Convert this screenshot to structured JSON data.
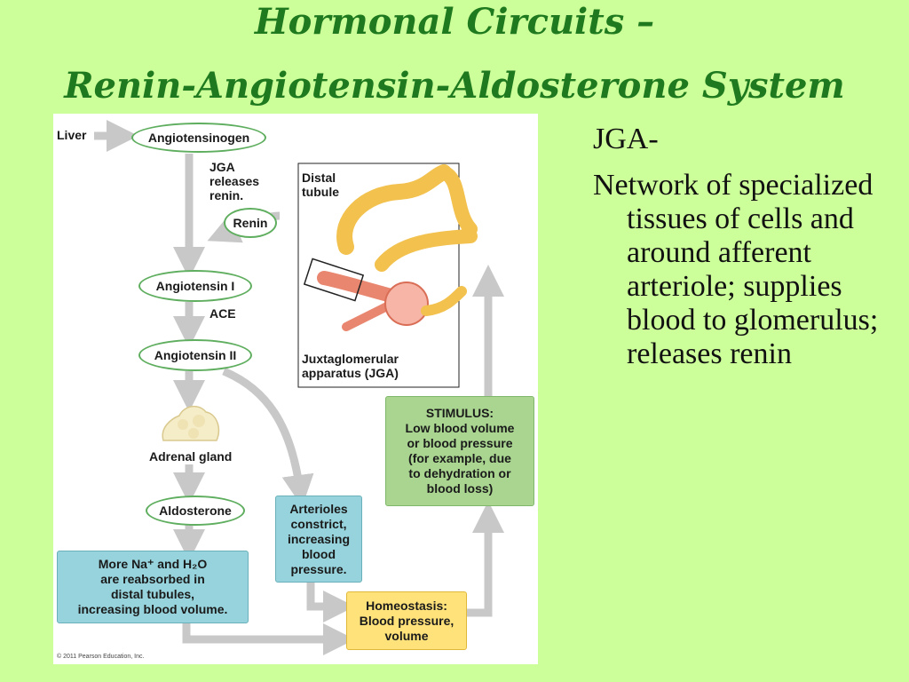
{
  "title": {
    "line1": "Hormonal Circuits –",
    "line2": "Renin-Angiotensin-Aldosterone System"
  },
  "diagram": {
    "liver": "Liver",
    "angiotensinogen": "Angiotensinogen",
    "jga_releases": "JGA\nreleases\nrenin.",
    "renin": "Renin",
    "angiotensin1": "Angiotensin I",
    "ace": "ACE",
    "angiotensin2": "Angiotensin II",
    "adrenal_gland": "Adrenal gland",
    "aldosterone": "Aldosterone",
    "reabsorbed": "More Na⁺ and H₂O\nare reabsorbed in\ndistal tubules,\nincreasing blood volume.",
    "arterioles": "Arterioles\nconstrict,\nincreasing\nblood\npressure.",
    "homeostasis": "Homeostasis:\nBlood pressure,\nvolume",
    "stimulus": "STIMULUS:\nLow blood volume\nor blood pressure\n(for example, due\nto dehydration or\nblood loss)",
    "distal_tubule": "Distal\ntubule",
    "jga_label": "Juxtaglomerular\napparatus (JGA)",
    "copyright": "© 2011 Pearson Education, Inc."
  },
  "side_text": {
    "heading": "JGA-",
    "body": "Network of specialized tissues of cells and around afferent arteriole; supplies blood to glomerulus; releases renin"
  },
  "colors": {
    "background": "#ccff99",
    "title": "#1f7a1f",
    "arrow": "#c8c8c8",
    "oval_border": "#5fae5f",
    "teal": "#96d3dc",
    "green_box": "#a9d590",
    "yellow_box": "#ffe27a"
  }
}
